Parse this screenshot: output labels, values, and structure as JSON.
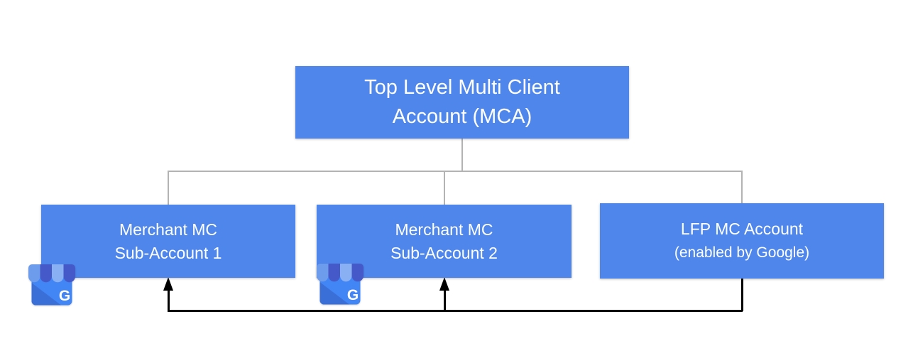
{
  "diagram": {
    "background": "#ffffff",
    "nodes": {
      "mca": {
        "line1": "Top Level Multi Client",
        "line2": "Account (MCA)"
      },
      "sub1": {
        "line1": "Merchant MC",
        "line2": "Sub-Account 1"
      },
      "sub2": {
        "line1": "Merchant MC",
        "line2": "Sub-Account 2"
      },
      "lfp": {
        "line1": "LFP MC Account",
        "line2": "(enabled by Google)"
      }
    },
    "colors": {
      "node_fill": "#4e86ec",
      "node_text": "#ffffff",
      "hierarchy_connector": "#b3b3b3",
      "feed_connector": "#000000",
      "icon_body": "#4285f4",
      "icon_body_shade": "#3a6fd8",
      "icon_awning_medium": "#6d9cec",
      "icon_awning_dark": "#4659c9",
      "icon_awning_light": "#8ab0f4"
    },
    "icons": {
      "business": {
        "name": "google-my-business-icon",
        "letter": "G"
      }
    }
  }
}
